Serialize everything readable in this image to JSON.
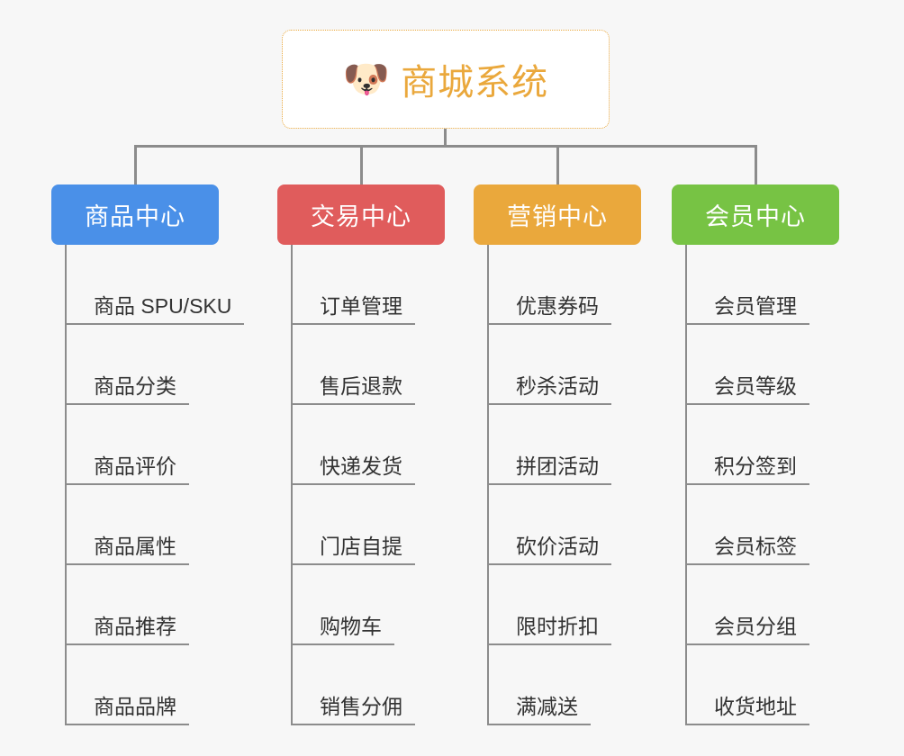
{
  "diagram": {
    "background_color": "#f7f7f7",
    "connector_color": "#8c8c8c",
    "root": {
      "icon": "dog-face-icon",
      "icon_glyph": "🐶",
      "title": "商城系统",
      "text_color": "#eaa83c",
      "border_color": "#eaa83c",
      "background_color": "#ffffff"
    },
    "columns": [
      {
        "id": "product-center",
        "label": "商品中心",
        "color": "#4a90e8",
        "items": [
          "商品 SPU/SKU",
          "商品分类",
          "商品评价",
          "商品属性",
          "商品推荐",
          "商品品牌"
        ]
      },
      {
        "id": "trade-center",
        "label": "交易中心",
        "color": "#e05c5c",
        "items": [
          "订单管理",
          "售后退款",
          "快递发货",
          "门店自提",
          "购物车",
          "销售分佣"
        ]
      },
      {
        "id": "marketing-center",
        "label": "营销中心",
        "color": "#eaa83c",
        "items": [
          "优惠券码",
          "秒杀活动",
          "拼团活动",
          "砍价活动",
          "限时折扣",
          "满减送"
        ]
      },
      {
        "id": "member-center",
        "label": "会员中心",
        "color": "#77c344",
        "items": [
          "会员管理",
          "会员等级",
          "积分签到",
          "会员标签",
          "会员分组",
          "收货地址"
        ]
      }
    ]
  }
}
